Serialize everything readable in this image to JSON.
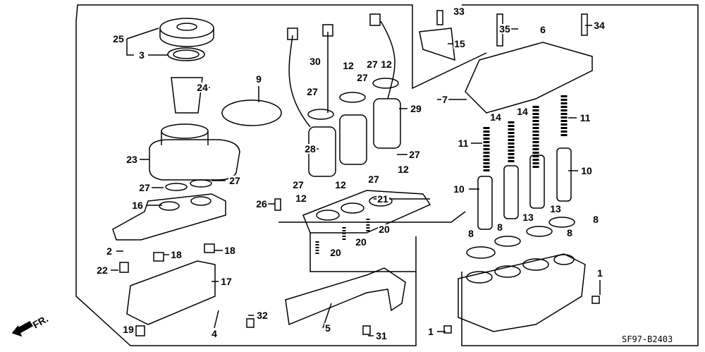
{
  "diagram_code": "SF97-B2403",
  "direction_marker": "FR.",
  "callouts": [
    "25",
    "3",
    "24",
    "9",
    "23",
    "27",
    "27",
    "16",
    "2",
    "18",
    "18",
    "22",
    "17",
    "19",
    "4",
    "32",
    "5",
    "31",
    "26",
    "12",
    "21",
    "20",
    "20",
    "20",
    "30",
    "12",
    "27",
    "27",
    "12",
    "27",
    "28",
    "29",
    "27",
    "12",
    "27",
    "12",
    "27",
    "33",
    "15",
    "35",
    "6",
    "34",
    "7",
    "14",
    "14",
    "11",
    "11",
    "10",
    "10",
    "13",
    "13",
    "8",
    "8",
    "8",
    "8",
    "1",
    "1"
  ]
}
